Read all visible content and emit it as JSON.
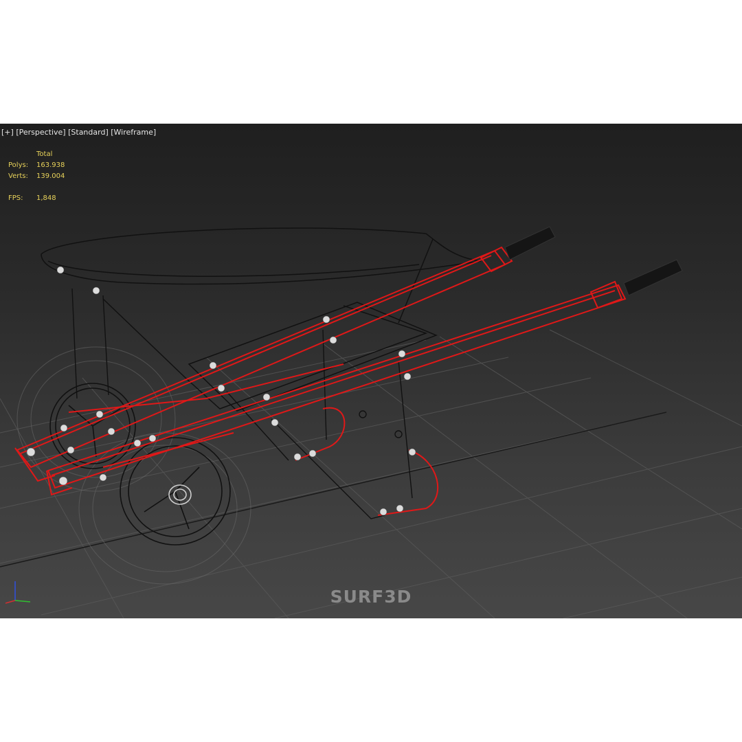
{
  "viewport": {
    "label_plus": "[+]",
    "label_view": "[Perspective]",
    "label_shading": "[Standard]",
    "label_mode": "[Wireframe]"
  },
  "stats": {
    "header": "Total",
    "polys_label": "Polys:",
    "polys_value": "163.938",
    "verts_label": "Verts:",
    "verts_value": "139.004",
    "fps_label": "FPS:",
    "fps_value": "1,848"
  },
  "watermark": "SURF3D",
  "colors": {
    "selected_wire": "#e01818",
    "unselected_wire": "#111111",
    "grid": "#5a5a5a",
    "stats_text": "#e8d25a",
    "axis_x": "#d23030",
    "axis_y": "#30c030",
    "axis_z": "#3050e0"
  },
  "icons": {
    "axis_gizmo": "xyz-axis-tripod-icon"
  }
}
